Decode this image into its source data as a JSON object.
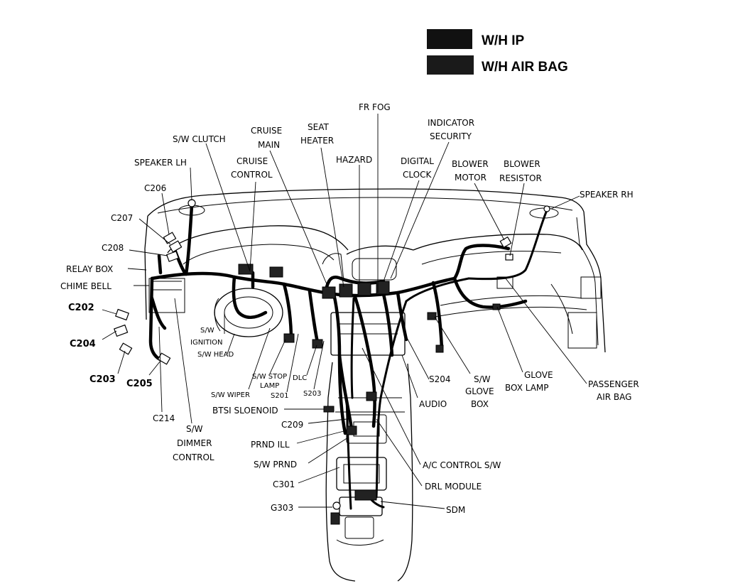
{
  "legend": [
    {
      "label": "W/H IP",
      "color": "#111111"
    },
    {
      "label": "W/H AIR BAG",
      "color": "#1a1a1a"
    }
  ],
  "labels": {
    "fr_fog": "FR FOG",
    "indicator": "INDICATOR",
    "security": "SECURITY",
    "seat": "SEAT",
    "heater": "HEATER",
    "cruise_main_1": "CRUISE",
    "cruise_main_2": "MAIN",
    "sw_clutch": "S/W CLUTCH",
    "cruise_control_1": "CRUISE",
    "cruise_control_2": "CONTROL",
    "hazard": "HAZARD",
    "digital": "DIGITAL",
    "clock": "CLOCK",
    "blower_motor_1": "BLOWER",
    "blower_motor_2": "MOTOR",
    "blower_resistor_1": "BLOWER",
    "blower_resistor_2": "RESISTOR",
    "speaker_lh": "SPEAKER LH",
    "speaker_rh": "SPEAKER RH",
    "c206": "C206",
    "c207": "C207",
    "c208": "C208",
    "relay_box": "RELAY BOX",
    "chime_bell": "CHIME BELL",
    "c202": "C202",
    "c204": "C204",
    "c203": "C203",
    "c205": "C205",
    "c214": "C214",
    "sw_dimmer_1": "S/W",
    "sw_dimmer_2": "DIMMER",
    "sw_dimmer_3": "CONTROL",
    "sw_ignition_1": "S/W",
    "sw_ignition_2": "IGNITION",
    "sw_ignition_3": "S/W HEAD",
    "sw_stop_1": "S/W STOP",
    "sw_stop_2": "LAMP",
    "sw_wiper": "S/W WIPER",
    "s201": "S201",
    "dlc": "DLC",
    "s203": "S203",
    "btsi": "BTSI SLOENOID",
    "c209": "C209",
    "prnd_ill": "PRND ILL",
    "sw_prnd": "S/W PRND",
    "c301": "C301",
    "g303": "G303",
    "sdm": "SDM",
    "drl_module": "DRL MODULE",
    "ac_control": "A/C CONTROL S/W",
    "audio": "AUDIO",
    "s204": "S204",
    "sw_glove_1": "S/W",
    "sw_glove_2": "GLOVE",
    "sw_glove_3": "BOX",
    "glove_lamp_1": "GLOVE",
    "glove_lamp_2": "BOX LAMP",
    "passenger_1": "PASSENGER",
    "passenger_2": "AIR BAG"
  }
}
